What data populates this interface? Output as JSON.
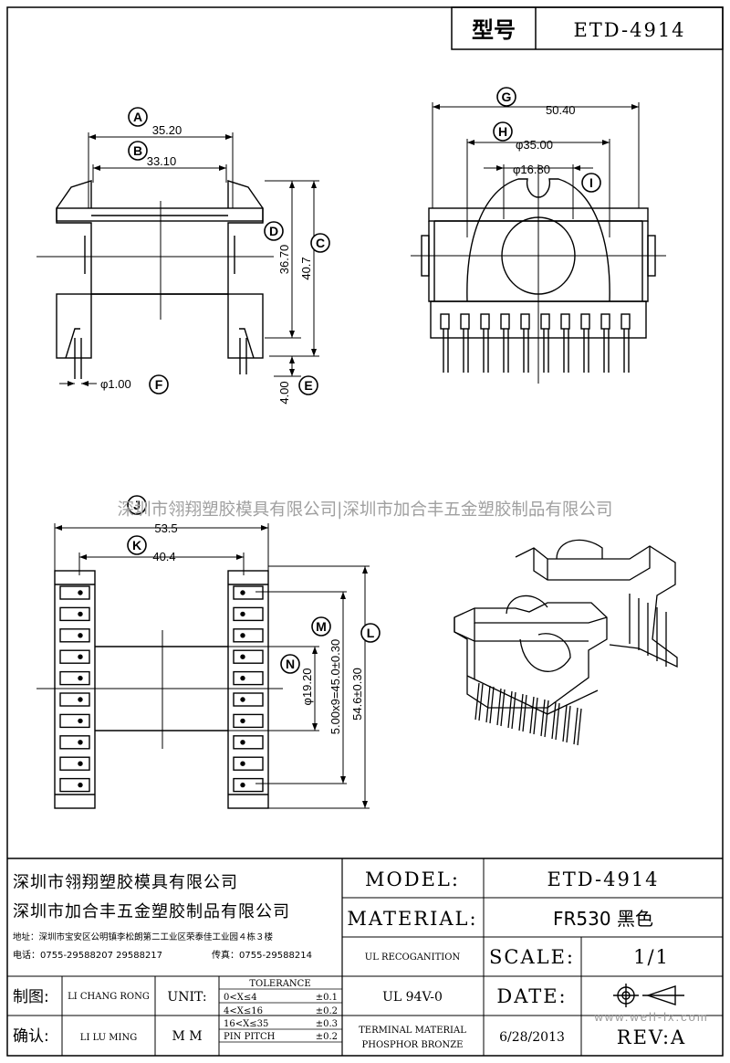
{
  "title_block": {
    "type_label": "型号",
    "type_value": "ETD-4914"
  },
  "dimensions": {
    "A": {
      "letter": "A",
      "value": "35.20"
    },
    "B": {
      "letter": "B",
      "value": "33.10"
    },
    "C": {
      "letter": "C",
      "value": "40.7"
    },
    "D": {
      "letter": "D",
      "value": "36.70"
    },
    "E": {
      "letter": "E",
      "value": "4.00"
    },
    "F": {
      "letter": "F",
      "value": "φ1.00"
    },
    "G": {
      "letter": "G",
      "value": "50.40"
    },
    "H": {
      "letter": "H",
      "value": "φ35.00"
    },
    "I": {
      "letter": "I",
      "value": "φ16.80"
    },
    "J": {
      "letter": "J",
      "value": "53.5"
    },
    "K": {
      "letter": "K",
      "value": "40.4"
    },
    "L": {
      "letter": "L",
      "value": "54.6±0.30"
    },
    "M": {
      "letter": "M",
      "value": "5.00x9=45.0±0.30"
    },
    "N": {
      "letter": "N",
      "value": "φ19.20"
    }
  },
  "watermark": "深圳市翎翔塑胶模具有限公司|深圳市加合丰五金塑胶制品有限公司",
  "footer": {
    "company1": "深圳市翎翔塑胶模具有限公司",
    "company2": "深圳市加合丰五金塑胶制品有限公司",
    "address": "地址：深圳市宝安区公明镇李松朗第二工业区荣泰佳工业园４栋３楼",
    "phone": "电话：0755-29588207  29588217",
    "fax": "传真：0755-29588214",
    "draw_label": "制图:",
    "draw_name": "LI CHANG RONG",
    "check_label": "确认:",
    "check_name": "LI LU MING",
    "unit_label": "UNIT:",
    "unit_value": "M M",
    "tolerance_title": "TOLERANCE",
    "tolerances": [
      {
        "range": "0<X≤4",
        "tol": "±0.1"
      },
      {
        "range": "4<X≤16",
        "tol": "±0.2"
      },
      {
        "range": "16<X≤35",
        "tol": "±0.3"
      },
      {
        "range": "PIN PITCH",
        "tol": "±0.2"
      }
    ],
    "model_label": "MODEL:",
    "model_value": "ETD-4914",
    "material_label": "MATERIAL:",
    "material_value": "FR530 黑色",
    "ul_label": "UL RECOGANITION",
    "ul_value": "UL 94V-0",
    "terminal_line1": "TERMINAL MATERIAL",
    "terminal_line2": "PHOSPHOR  BRONZE",
    "scale_label": "SCALE:",
    "scale_value": "1/1",
    "date_label": "DATE:",
    "date_value": "6/28/2013",
    "rev_label": "REV:A",
    "website": "www.well-lx.com"
  }
}
